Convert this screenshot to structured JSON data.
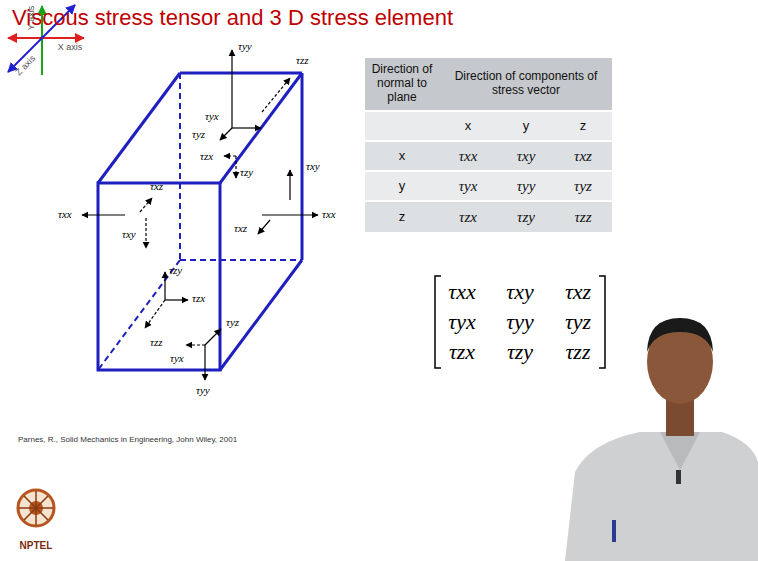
{
  "diagram": {
    "title": "Viscous stress tensor and 3 D stress element",
    "labels": [
      "Y axis",
      "X axis",
      "Z axis",
      "τyy",
      "τzz",
      "τyx",
      "τyz",
      "τzx",
      "τzy",
      "τxy",
      "τxz",
      "τxx",
      "τxx",
      "τxz",
      "τxy",
      "τzy",
      "τzx",
      "τyz",
      "τyx",
      "τzz",
      "τyy",
      "Direction of normal to plane",
      "Direction of components of stress vector",
      "x",
      "y",
      "z",
      "x",
      "τxx",
      "τxy",
      "τxz",
      "y",
      "τyx",
      "τyy",
      "τyz",
      "z",
      "τzx",
      "τzy",
      "τzz",
      "τxx",
      "τxy",
      "τxz",
      "τyx",
      "τyy",
      "τyz",
      "τzx",
      "τzy",
      "τzz",
      "Parnes, R., Solid Mechanics in Engineering, John Wiley, 2001",
      "NPTEL"
    ]
  }
}
